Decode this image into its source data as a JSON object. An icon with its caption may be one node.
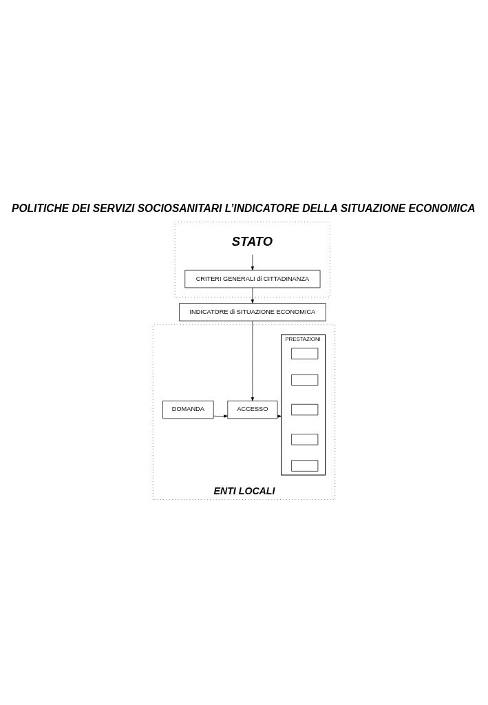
{
  "diagram": {
    "title": "POLITICHE DEI SERVIZI SOCIOSANITARI L’INDICATORE DELLA SITUAZIONE ECONOMICA",
    "nodes": [
      {
        "text": [
          "STATO"
        ]
      },
      {
        "text": [
          "CRITERI GENERALI di CITTADINANZA"
        ],
        "in": 0
      },
      {
        "text": [
          "INDICATORE di SITUAZIONE ECONOMICA"
        ]
      },
      {
        "text": [
          "ENTI LOCALI"
        ]
      },
      {
        "text": [
          "DOMANDA"
        ],
        "in": 3
      },
      {
        "text": [
          "ACCESSO"
        ],
        "in": 3
      },
      {
        "text": [
          "PRESTAZIONI"
        ],
        "in": 3
      },
      {
        "text": [],
        "shape": "box",
        "in": 6
      },
      {
        "text": [],
        "shape": "box",
        "in": 6
      },
      {
        "text": [],
        "shape": "box",
        "in": 6
      },
      {
        "text": [],
        "shape": "box",
        "in": 6
      },
      {
        "text": [],
        "shape": "box",
        "in": 6
      }
    ],
    "edges": [
      {
        "from": 0,
        "to": 1,
        "arrow": "to"
      },
      {
        "from": 1,
        "to": 2,
        "arrow": "to"
      },
      {
        "from": 2,
        "to": 5,
        "arrow": "to"
      },
      {
        "from": 4,
        "to": 5,
        "arrow": "to"
      },
      {
        "from": 5,
        "to": 6,
        "arrow": "to"
      }
    ]
  }
}
